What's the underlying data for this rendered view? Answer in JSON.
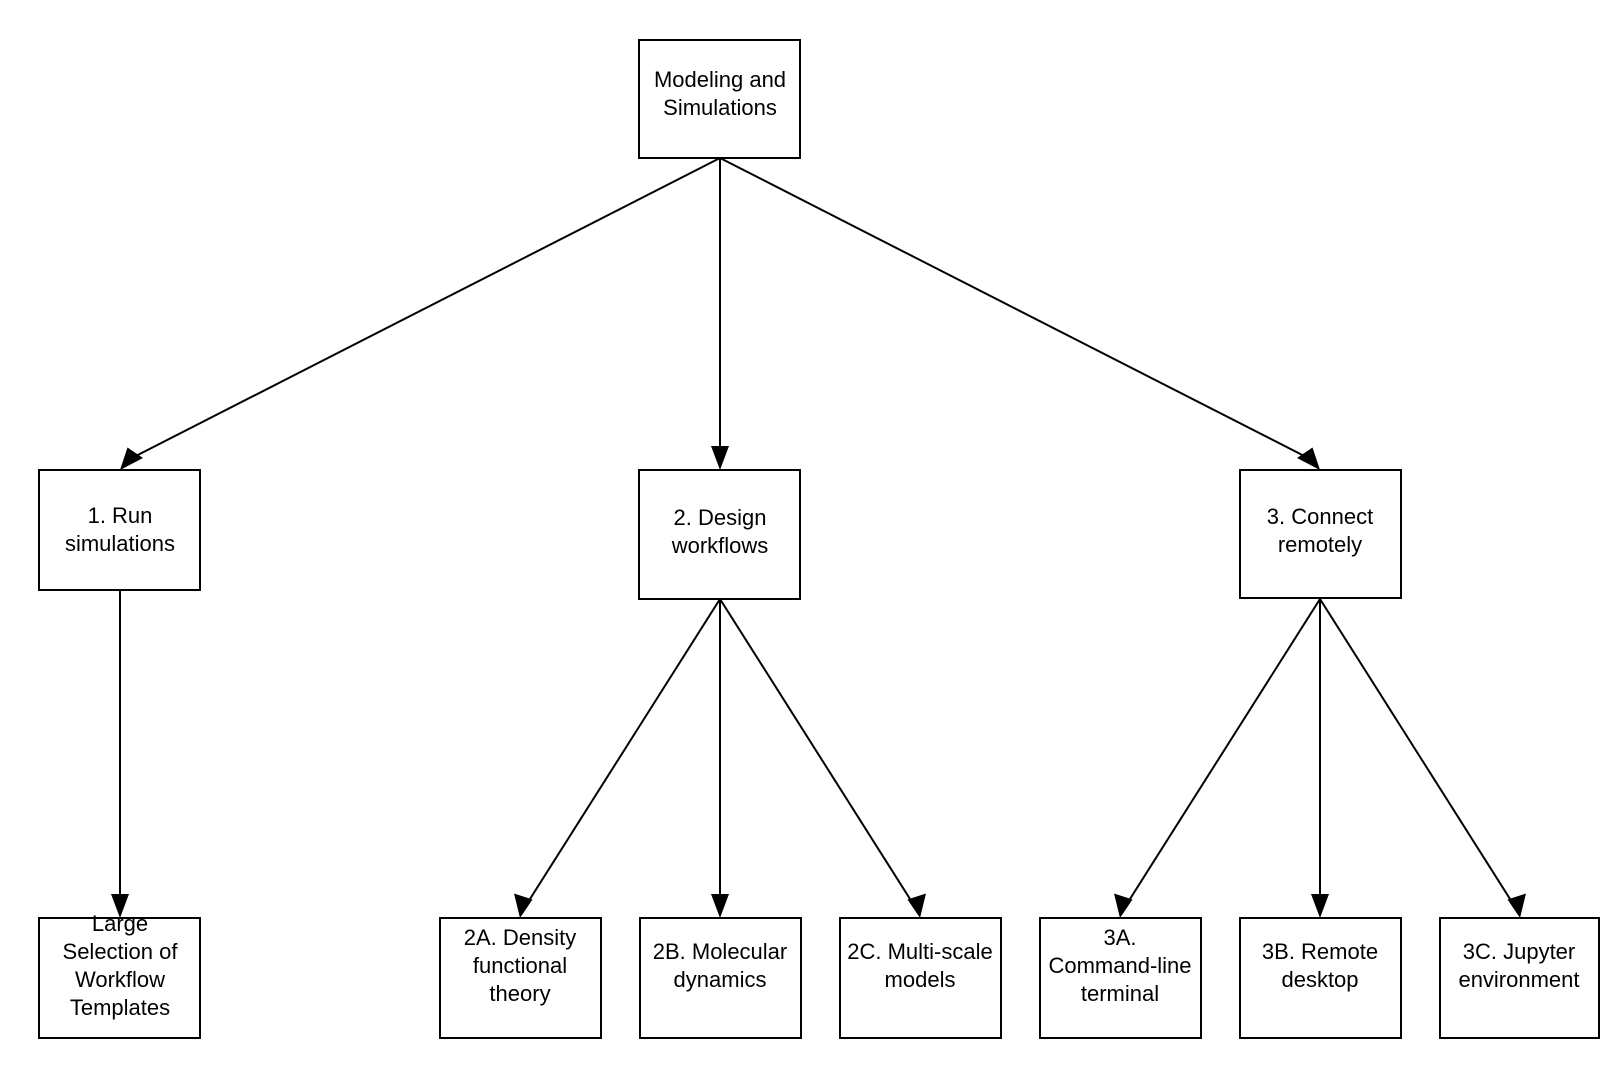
{
  "diagram": {
    "type": "tree-flowchart",
    "title": "Modeling and Simulations",
    "background_color": "#ffffff",
    "node_fill_color": "#ffffff",
    "node_stroke_color": "#000000",
    "text_color": "#000000",
    "nodes": {
      "root": {
        "id": "root",
        "label_lines": [
          "Modeling and",
          "Simulations"
        ],
        "line1": "Modeling and",
        "line2": "Simulations",
        "line3": "",
        "line4": ""
      },
      "n1": {
        "id": "1",
        "label_lines": [
          "1. Run",
          "simulations"
        ],
        "line1": "1. Run",
        "line2": "simulations",
        "line3": "",
        "line4": ""
      },
      "n2": {
        "id": "2",
        "label_lines": [
          "2. Design",
          "workflows"
        ],
        "line1": "2. Design",
        "line2": "workflows",
        "line3": "",
        "line4": ""
      },
      "n3": {
        "id": "3",
        "label_lines": [
          "3. Connect",
          "remotely"
        ],
        "line1": "3. Connect",
        "line2": "remotely",
        "line3": "",
        "line4": ""
      },
      "n1a": {
        "id": "1a",
        "label_lines": [
          "Large",
          "Selection of",
          "Workflow",
          "Templates"
        ],
        "line1": "Large",
        "line2": "Selection of",
        "line3": "Workflow",
        "line4": "Templates"
      },
      "n2a": {
        "id": "2A",
        "label_lines": [
          "2A. Density",
          "functional",
          "theory"
        ],
        "line1": "2A. Density",
        "line2": "functional",
        "line3": "theory",
        "line4": ""
      },
      "n2b": {
        "id": "2B",
        "label_lines": [
          "2B. Molecular",
          "dynamics"
        ],
        "line1": "2B. Molecular",
        "line2": "dynamics",
        "line3": "",
        "line4": ""
      },
      "n2c": {
        "id": "2C",
        "label_lines": [
          "2C. Multi-scale",
          "models"
        ],
        "line1": "2C. Multi-scale",
        "line2": "models",
        "line3": "",
        "line4": ""
      },
      "n3a": {
        "id": "3A",
        "label_lines": [
          "3A.",
          "Command-line",
          "terminal"
        ],
        "line1": "3A.",
        "line2": "Command-line",
        "line3": "terminal",
        "line4": ""
      },
      "n3b": {
        "id": "3B",
        "label_lines": [
          "3B. Remote",
          "desktop"
        ],
        "line1": "3B. Remote",
        "line2": "desktop",
        "line3": "",
        "line4": ""
      },
      "n3c": {
        "id": "3C",
        "label_lines": [
          "3C. Jupyter",
          "environment"
        ],
        "line1": "3C. Jupyter",
        "line2": "environment",
        "line3": "",
        "line4": ""
      }
    },
    "edges": [
      {
        "from": "root",
        "to": "n1"
      },
      {
        "from": "root",
        "to": "n2"
      },
      {
        "from": "root",
        "to": "n3"
      },
      {
        "from": "n1",
        "to": "n1a"
      },
      {
        "from": "n2",
        "to": "n2a"
      },
      {
        "from": "n2",
        "to": "n2b"
      },
      {
        "from": "n2",
        "to": "n2c"
      },
      {
        "from": "n3",
        "to": "n3a"
      },
      {
        "from": "n3",
        "to": "n3b"
      },
      {
        "from": "n3",
        "to": "n3c"
      }
    ]
  }
}
